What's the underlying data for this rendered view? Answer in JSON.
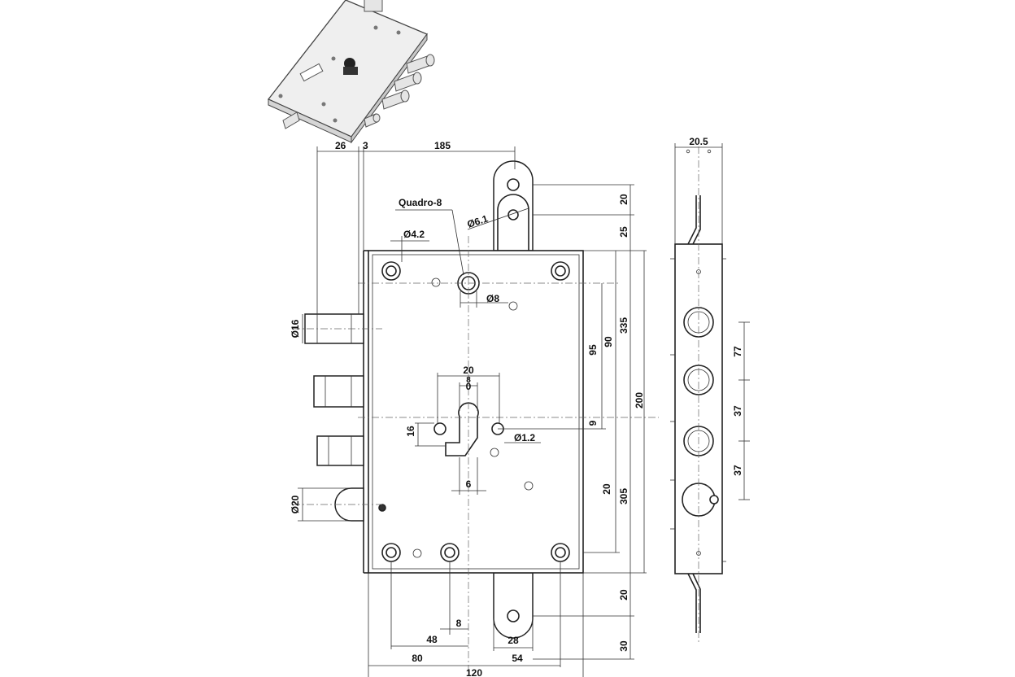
{
  "labels": {
    "quadro": "Quadro-8",
    "dia_4_2": "Ø4.2",
    "dia_6_1": "Ø6.1",
    "dia_8": "Ø8",
    "dia_1_2": "Ø1.2",
    "dia_16": "Ø16",
    "dia_20": "Ø20"
  },
  "dimensions": {
    "top_26": "26",
    "top_3": "3",
    "top_185": "185",
    "side_20_top": "20",
    "side_25": "25",
    "right_95": "95",
    "right_90": "90",
    "right_335": "335",
    "right_200": "200",
    "right_9": "9",
    "right_20_mid": "20",
    "right_305": "305",
    "right_20_bot": "20",
    "right_30": "30",
    "key_20": "20",
    "key_8": "8",
    "key_0": "0",
    "key_16": "16",
    "key_6": "6",
    "bot_8": "8",
    "bot_48": "48",
    "bot_80": "80",
    "bot_120": "120",
    "bot_28": "28",
    "bot_54": "54",
    "edge_20_5": "20.5",
    "edge_77": "77",
    "edge_37a": "37",
    "edge_37b": "37"
  }
}
